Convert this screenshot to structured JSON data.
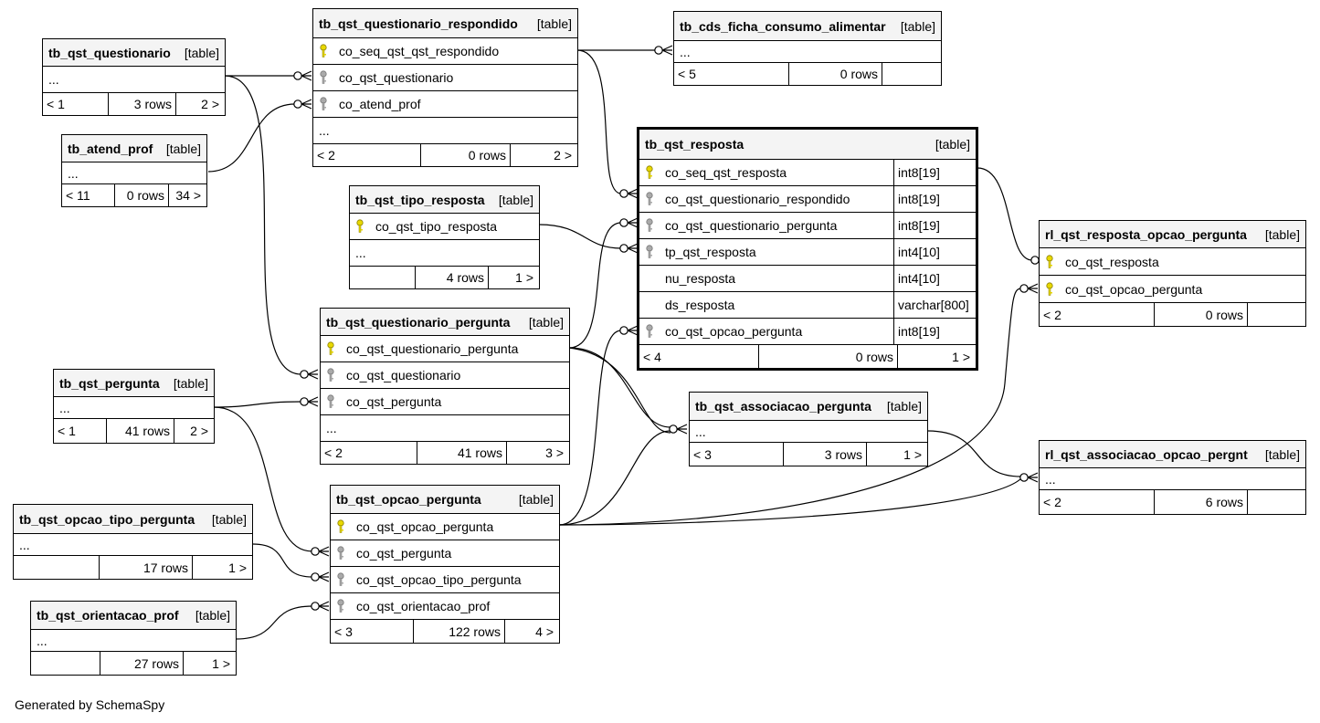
{
  "footer_text": "Generated by SchemaSpy",
  "tables": [
    {
      "id": "t_questionario",
      "name": "tb_qst_questionario",
      "type": "[table]",
      "ellipsis": "...",
      "columns": [],
      "footer": {
        "parents": "< 1",
        "rows": "3 rows",
        "children": "2 >"
      }
    },
    {
      "id": "t_atend_prof",
      "name": "tb_atend_prof",
      "type": "[table]",
      "ellipsis": "...",
      "columns": [],
      "footer": {
        "parents": "< 11",
        "rows": "0 rows",
        "children": "34 >"
      }
    },
    {
      "id": "t_quest_resp",
      "name": "tb_qst_questionario_respondido",
      "type": "[table]",
      "ellipsis": "...",
      "columns": [
        {
          "name": "co_seq_qst_qst_respondido",
          "key": "primary"
        },
        {
          "name": "co_qst_questionario",
          "key": "foreign"
        },
        {
          "name": "co_atend_prof",
          "key": "foreign"
        }
      ],
      "footer": {
        "parents": "< 2",
        "rows": "0 rows",
        "children": "2 >"
      }
    },
    {
      "id": "t_cds_ficha",
      "name": "tb_cds_ficha_consumo_alimentar",
      "type": "[table]",
      "ellipsis": "...",
      "columns": [],
      "footer": {
        "parents": "< 5",
        "rows": "0 rows",
        "children": ""
      }
    },
    {
      "id": "t_tipo_resp",
      "name": "tb_qst_tipo_resposta",
      "type": "[table]",
      "ellipsis": "...",
      "columns": [
        {
          "name": "co_qst_tipo_resposta",
          "key": "primary"
        }
      ],
      "footer": {
        "parents": "",
        "rows": "4 rows",
        "children": "1 >"
      }
    },
    {
      "id": "t_resposta",
      "name": "tb_qst_resposta",
      "type": "[table]",
      "focus": true,
      "columns": [
        {
          "name": "co_seq_qst_resposta",
          "key": "primary",
          "dtype": "int8[19]"
        },
        {
          "name": "co_qst_questionario_respondido",
          "key": "foreign",
          "dtype": "int8[19]"
        },
        {
          "name": "co_qst_questionario_pergunta",
          "key": "foreign",
          "dtype": "int8[19]"
        },
        {
          "name": "tp_qst_resposta",
          "key": "foreign",
          "dtype": "int4[10]"
        },
        {
          "name": "nu_resposta",
          "key": "none",
          "dtype": "int4[10]"
        },
        {
          "name": "ds_resposta",
          "key": "none",
          "dtype": "varchar[800]"
        },
        {
          "name": "co_qst_opcao_pergunta",
          "key": "foreign",
          "dtype": "int8[19]"
        }
      ],
      "footer": {
        "parents": "< 4",
        "rows": "0 rows",
        "children": "1 >"
      }
    },
    {
      "id": "t_rl_resp_opcao",
      "name": "rl_qst_resposta_opcao_pergunta",
      "type": "[table]",
      "columns": [
        {
          "name": "co_qst_resposta",
          "key": "primary"
        },
        {
          "name": "co_qst_opcao_pergunta",
          "key": "primary"
        }
      ],
      "footer": {
        "parents": "< 2",
        "rows": "0 rows",
        "children": ""
      }
    },
    {
      "id": "t_quest_perg",
      "name": "tb_qst_questionario_pergunta",
      "type": "[table]",
      "ellipsis": "...",
      "columns": [
        {
          "name": "co_qst_questionario_pergunta",
          "key": "primary"
        },
        {
          "name": "co_qst_questionario",
          "key": "foreign"
        },
        {
          "name": "co_qst_pergunta",
          "key": "foreign"
        }
      ],
      "footer": {
        "parents": "< 2",
        "rows": "41 rows",
        "children": "3 >"
      }
    },
    {
      "id": "t_pergunta",
      "name": "tb_qst_pergunta",
      "type": "[table]",
      "ellipsis": "...",
      "columns": [],
      "footer": {
        "parents": "< 1",
        "rows": "41 rows",
        "children": "2 >"
      }
    },
    {
      "id": "t_assoc_perg",
      "name": "tb_qst_associacao_pergunta",
      "type": "[table]",
      "ellipsis": "...",
      "columns": [],
      "footer": {
        "parents": "< 3",
        "rows": "3 rows",
        "children": "1 >"
      }
    },
    {
      "id": "t_rl_assoc",
      "name": "rl_qst_associacao_opcao_pergnt",
      "type": "[table]",
      "ellipsis": "...",
      "columns": [],
      "footer": {
        "parents": "< 2",
        "rows": "6 rows",
        "children": ""
      }
    },
    {
      "id": "t_opcao_tipo",
      "name": "tb_qst_opcao_tipo_pergunta",
      "type": "[table]",
      "ellipsis": "...",
      "columns": [],
      "footer": {
        "parents": "",
        "rows": "17 rows",
        "children": "1 >"
      }
    },
    {
      "id": "t_opcao_perg",
      "name": "tb_qst_opcao_pergunta",
      "type": "[table]",
      "columns": [
        {
          "name": "co_qst_opcao_pergunta",
          "key": "primary"
        },
        {
          "name": "co_qst_pergunta",
          "key": "foreign"
        },
        {
          "name": "co_qst_opcao_tipo_pergunta",
          "key": "foreign"
        },
        {
          "name": "co_qst_orientacao_prof",
          "key": "foreign"
        }
      ],
      "footer": {
        "parents": "< 3",
        "rows": "122 rows",
        "children": "4 >"
      }
    },
    {
      "id": "t_orient",
      "name": "tb_qst_orientacao_prof",
      "type": "[table]",
      "ellipsis": "...",
      "columns": [],
      "footer": {
        "parents": "",
        "rows": "27 rows",
        "children": "1 >"
      }
    }
  ]
}
